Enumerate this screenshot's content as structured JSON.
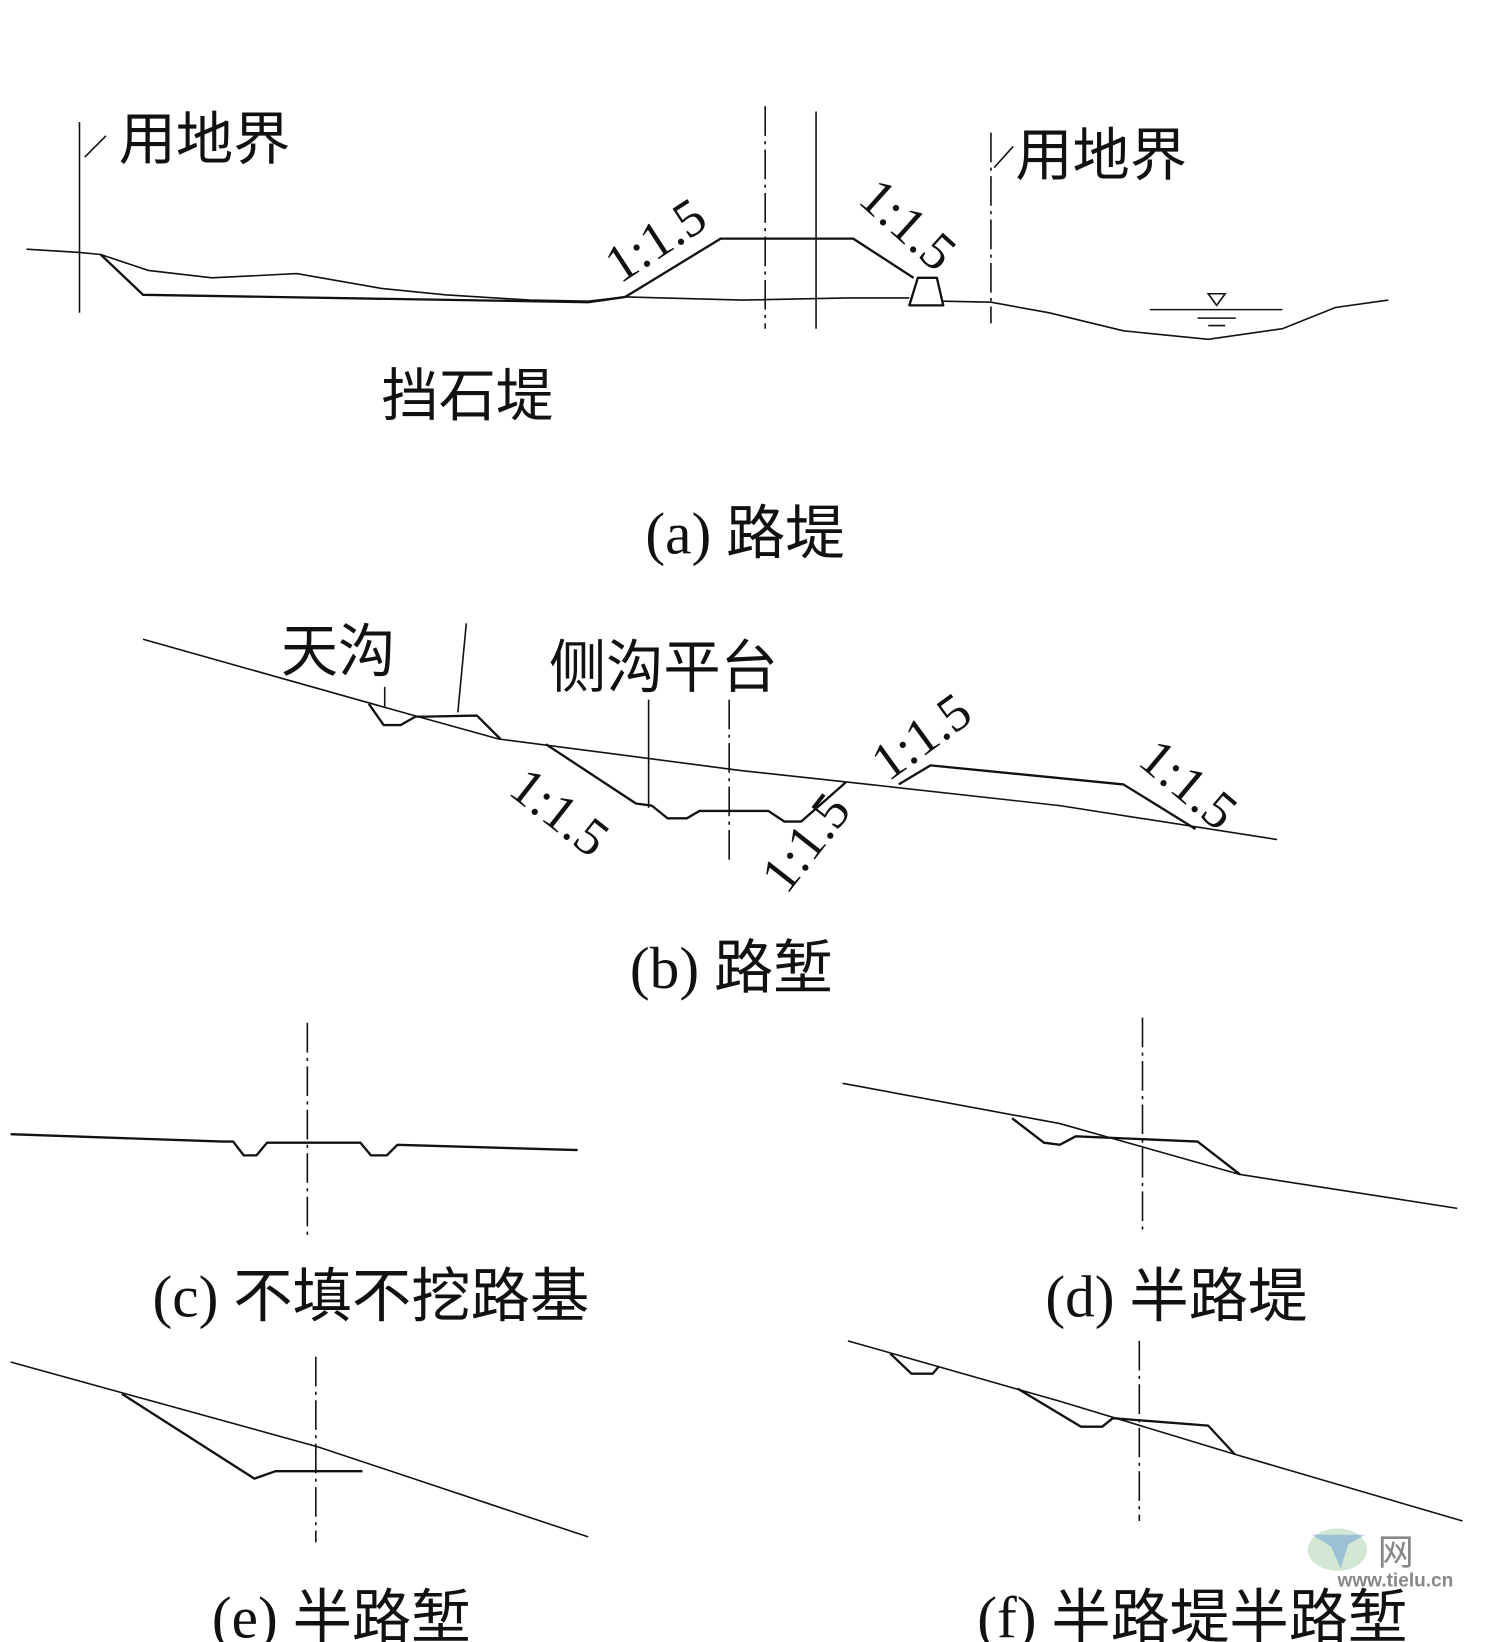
{
  "panel_a": {
    "boundary_left": "用地界",
    "boundary_right": "用地界",
    "slope_left": "1:1.5",
    "slope_right": "1:1.5",
    "retaining_wall": "挡石堤",
    "caption": "(a) 路堤"
  },
  "panel_b": {
    "top_ditch": "天沟",
    "side_ditch_platform": "侧沟平台",
    "slope_cut_left": "1:1.5",
    "slope_cut_right": "1:1.5",
    "slope_fill_left": "1:1.5",
    "slope_fill_right": "1:1.5",
    "caption": "(b) 路堑"
  },
  "panel_c": {
    "caption": "(c) 不填不挖路基"
  },
  "panel_d": {
    "caption": "(d) 半路堤"
  },
  "panel_e": {
    "caption": "(e) 半路堑"
  },
  "panel_f": {
    "caption": "(f) 半路堤半路堑"
  },
  "watermark": {
    "text": "网",
    "url": "www.tielu.cn"
  }
}
